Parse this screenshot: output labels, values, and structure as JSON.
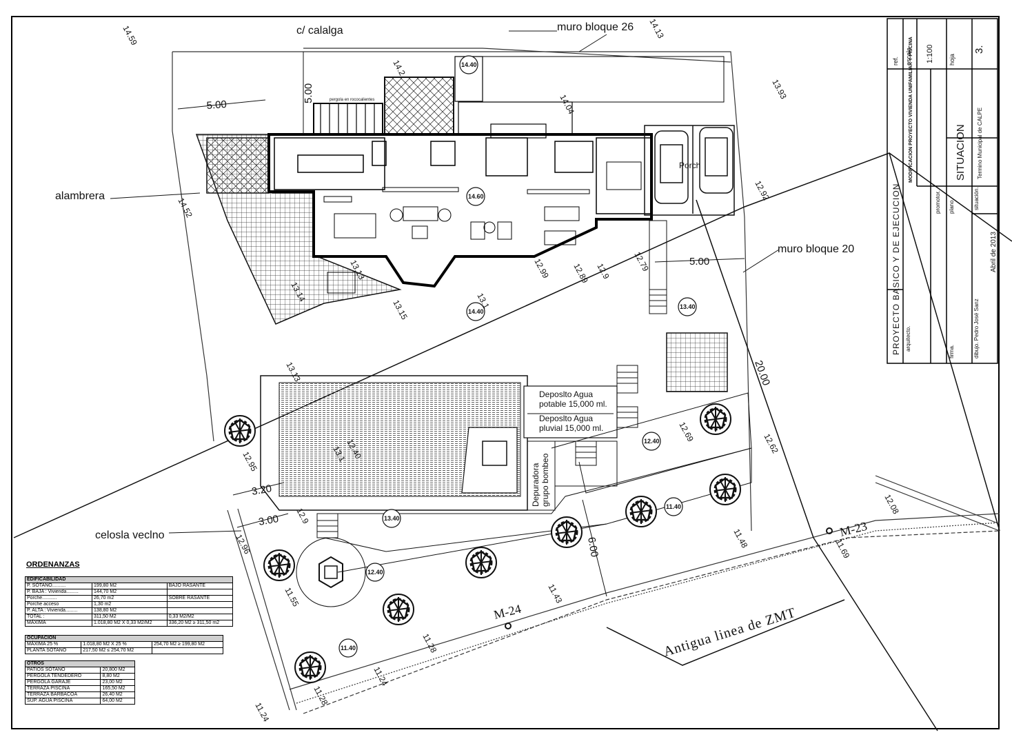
{
  "labels": {
    "street": "c/ calalga",
    "wall26": "muro bloque 26",
    "wall20": "muro bloque 20",
    "alambrera": "alambrera",
    "celosia": "celosla veclno",
    "porch": "Porch",
    "zmt": "Antigua linea de ZMT",
    "m23": "M-23",
    "m24": "M-24",
    "deposito1a": "Deposlto Agua",
    "deposito1b": "potable 15,000 ml.",
    "deposito2a": "Deposlto Agua",
    "deposito2b": "pluvial 15,000 ml.",
    "depuradora1": "Depuradora",
    "depuradora2": "grupo bombeo",
    "pergola": "pergola en rococalientes"
  },
  "dimensions": [
    "5.00",
    "5.00",
    "5.00",
    "3.20",
    "3.00",
    "6.00",
    "20.00"
  ],
  "elevations": [
    "14.59",
    "14.13",
    "14.2",
    "14.04",
    "13.93",
    "14.52",
    "12.92",
    "12.99",
    "12.89",
    "12.9",
    "12.79",
    "13.13",
    "13.14",
    "13.15",
    "13.1",
    "13.13",
    "13.1",
    "12.95",
    "12.9",
    "12.96",
    "12.69",
    "12.62",
    "11.55",
    "11.43",
    "11.48",
    "11.69",
    "11.28",
    "11.24",
    "11.24",
    "11.28",
    "12.08",
    "12.40"
  ],
  "level_marks": [
    "14.40",
    "14.60",
    "14.40",
    "13.40",
    "13.40",
    "12.40",
    "12.40",
    "11.40",
    "11.40"
  ],
  "ordenanzas": {
    "title": "ORDENANZAS",
    "edificabilidad": {
      "header": "EDIFICABILIDAD",
      "rows": [
        [
          "P. SÓTANO..........",
          "199,80 M2",
          "BAJO RASANTE"
        ],
        [
          "P. BAJA : Vivienda.........",
          "144,70 M2",
          ""
        ],
        [
          "Porche...........",
          "26,70 m2",
          "SOBRE RASANTE"
        ],
        [
          "Porche acceso",
          "1,30 m2",
          ""
        ],
        [
          "P. ALTA : Vivienda.........",
          "138,80 M2",
          ""
        ],
        [
          "TOTAL :",
          "311,50 M2",
          "0,33 M2/M2"
        ],
        [
          "MÁXIMA",
          "1.018,80 M2 X 0,33 M2/M2",
          "336,20 M2 ≥ 311,50 m2"
        ]
      ]
    },
    "ocupacion": {
      "header": "OCUPACION",
      "rows": [
        [
          "MÁXIMA 25 %",
          "1.018,80 M2 X 25 %",
          "254,70 M2 ≥ 199,80 M2"
        ],
        [
          "PLANTA SÓTANO",
          "217,50 M2 ≤ 254,70 M2",
          ""
        ]
      ]
    },
    "otros": {
      "header": "OTROS",
      "rows": [
        [
          "PATIOS SÓTANO",
          "20,800 M2"
        ],
        [
          "PERGOLA TENDEDERO",
          "8,80 M2"
        ],
        [
          "PERGOLA GARAJE",
          "23,00 M2"
        ],
        [
          "TERRAZA PISCINA",
          "165,50 M2"
        ],
        [
          "TERRAZA BARBACOA",
          "26,40 M2"
        ],
        [
          "SUP. AGUA PISCINA",
          "64,00 M2"
        ]
      ]
    }
  },
  "title_block": {
    "ref": "ref.",
    "escala_label": "escala",
    "escala": "1:100",
    "hoja_label": "hoja",
    "hoja": "3.",
    "project": "PROYECTO BASICO Y DE EJECUCION",
    "modificacion": "MODIFICACION PROYECTO VIVIENDA UNIFAMILIAR Y PISCINA",
    "promotor": "promotor.",
    "plano_label": "plano.",
    "plano": "SITUACION",
    "situacion_label": "situación.",
    "situacion": "Termino Municipal de CALPE",
    "arquitecto": "arquitecto.",
    "firma": "firma.",
    "dibujo": "dibujo. Pedro José Sanz",
    "fecha": "Abril de 2013"
  }
}
